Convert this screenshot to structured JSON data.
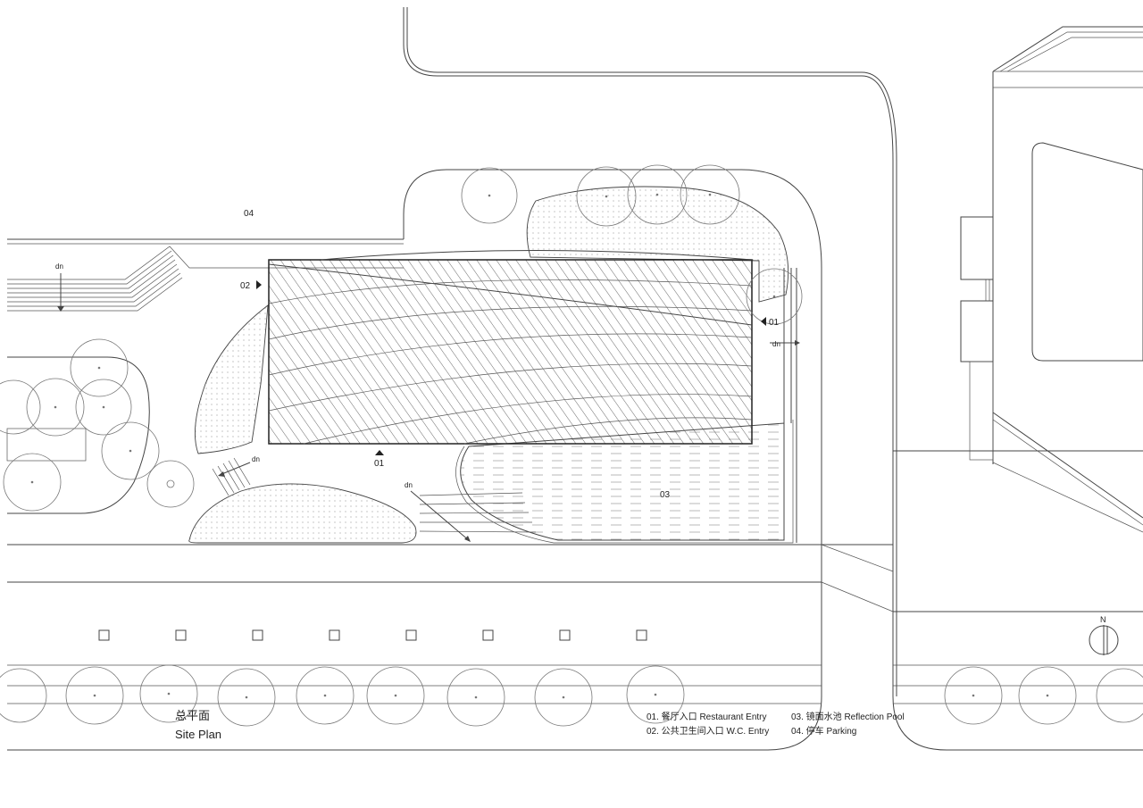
{
  "plan": {
    "labels": {
      "parking": "04",
      "entry_wc": "02",
      "entry_restaurant_east": "01",
      "entry_restaurant_south": "01",
      "pool": "03",
      "dn_west": "dn",
      "dn_east": "dn",
      "dn_ramp": "dn",
      "dn_center": "dn",
      "north": "N"
    },
    "title_cn": "总平面",
    "title_en": "Site Plan",
    "legend": {
      "item1": "01. 餐厅入口 Restaurant Entry",
      "item2": "02. 公共卫生间入口 W.C. Entry",
      "item3": "03. 镜面水池 Reflection Pool",
      "item4": "04. 停车 Parking"
    }
  }
}
